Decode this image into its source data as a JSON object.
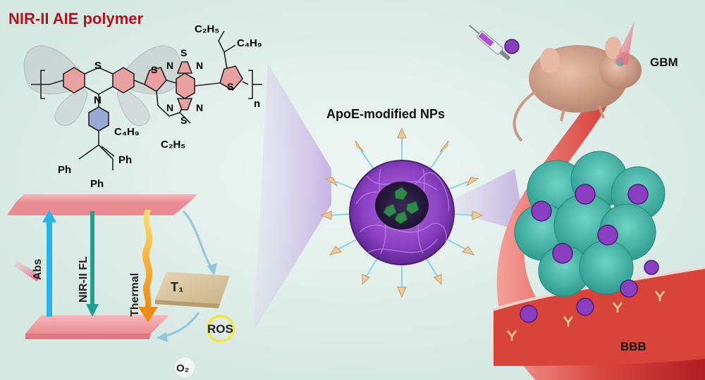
{
  "title": "NIR-II AIE polymer",
  "colors": {
    "title": "#b3121d",
    "background": "#dcebe6",
    "ring_fill": "#e9a0a0",
    "level_plate": "#f0a4a8",
    "abs_arrow": "#27b4e6",
    "fl_arrow": "#1fa08e",
    "thermal_arrow": "#f0a21c",
    "t1_plate": "#d6c39c",
    "nanoparticle_shell": "#8a3fc1",
    "nanoparticle_core": "#2f8a4a",
    "ligand": "#efc99a",
    "vessel": "#d12a2e",
    "tumor": "#3eb7a8"
  },
  "structure": {
    "phenothiazine_s": "S",
    "phenothiazine_n": "N",
    "ph_left": "Ph",
    "ph_right": "Ph",
    "ph_bottom": "Ph",
    "thiophene_s_left": "S",
    "thiophene_s_right": "S",
    "btd_top_s": "S",
    "btd_top_n_left": "N",
    "btd_top_n_right": "N",
    "btd_bottom_s": "S",
    "btd_bottom_n_left": "N",
    "btd_bottom_n_right": "N",
    "side_chain_top_1": "C₂H₅",
    "side_chain_top_2": "C₄H₉",
    "side_chain_bottom_1": "C₄H₉",
    "side_chain_bottom_2": "C₂H₅",
    "repeat_n": "n"
  },
  "energy_diagram": {
    "abs": "Abs",
    "nir_fl": "NIR-II FL",
    "thermal": "Thermal",
    "t1": "T₁",
    "ros": "ROS",
    "o2": "O₂"
  },
  "nanoparticle_label": "ApoE-modified NPs",
  "bio_labels": {
    "gbm": "GBM",
    "bbb": "BBB"
  }
}
